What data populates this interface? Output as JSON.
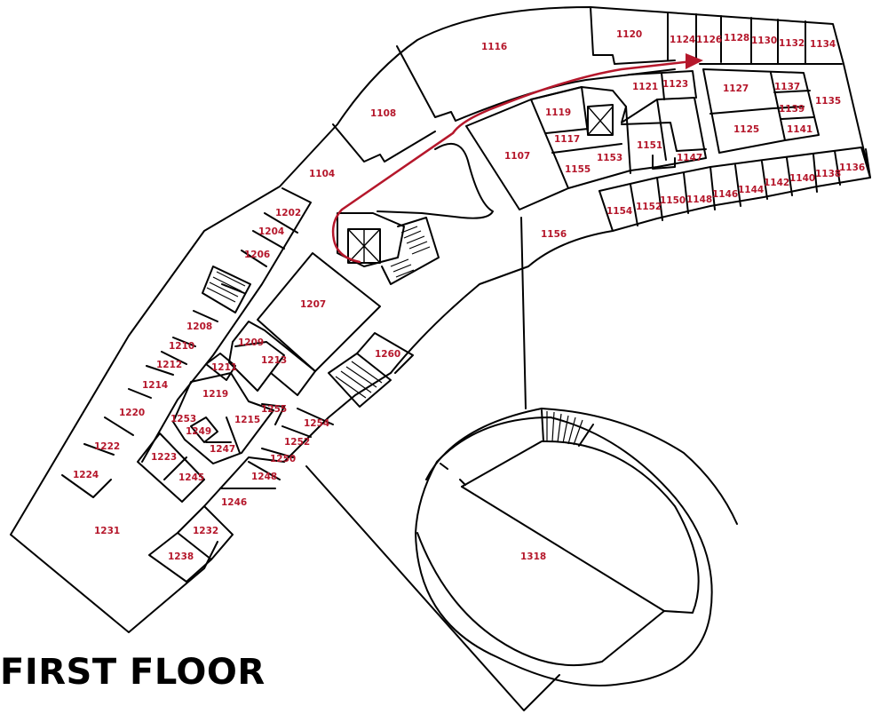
{
  "floor_title": "FIRST FLOOR",
  "colors": {
    "label": "#b5172b",
    "route": "#b5172b",
    "walls": "#000000"
  },
  "rooms": {
    "r1116": "1116",
    "r1120": "1120",
    "r1124": "1124",
    "r1126": "1126",
    "r1128": "1128",
    "r1130": "1130",
    "r1132": "1132",
    "r1134": "1134",
    "r1108": "1108",
    "r1121": "1121",
    "r1123": "1123",
    "r1127": "1127",
    "r1137": "1137",
    "r1135": "1135",
    "r1119": "1119",
    "r1139": "1139",
    "r1125": "1125",
    "r1141": "1141",
    "r1117": "1117",
    "r1151": "1151",
    "r1107": "1107",
    "r1104": "1104",
    "r1153": "1153",
    "r1147": "1147",
    "r1155": "1155",
    "r1136": "1136",
    "r1138": "1138",
    "r1140": "1140",
    "r1142": "1142",
    "r1144": "1144",
    "r1146": "1146",
    "r1148": "1148",
    "r1150": "1150",
    "r1152": "1152",
    "r1154": "1154",
    "r1202": "1202",
    "r1204": "1204",
    "r1156": "1156",
    "r1206": "1206",
    "r1207": "1207",
    "r1208": "1208",
    "r1209": "1209",
    "r1210": "1210",
    "r1260": "1260",
    "r1212": "1212",
    "r1213": "1213",
    "r1211": "1211",
    "r1214": "1214",
    "r1219": "1219",
    "r1255": "1255",
    "r1220": "1220",
    "r1253": "1253",
    "r1215": "1215",
    "r1254": "1254",
    "r1249": "1249",
    "r1252": "1252",
    "r1222": "1222",
    "r1247": "1247",
    "r1223": "1223",
    "r1250": "1250",
    "r1224": "1224",
    "r1245": "1245",
    "r1248": "1248",
    "r1246": "1246",
    "r1231": "1231",
    "r1232": "1232",
    "r1318": "1318",
    "r1238": "1238"
  }
}
